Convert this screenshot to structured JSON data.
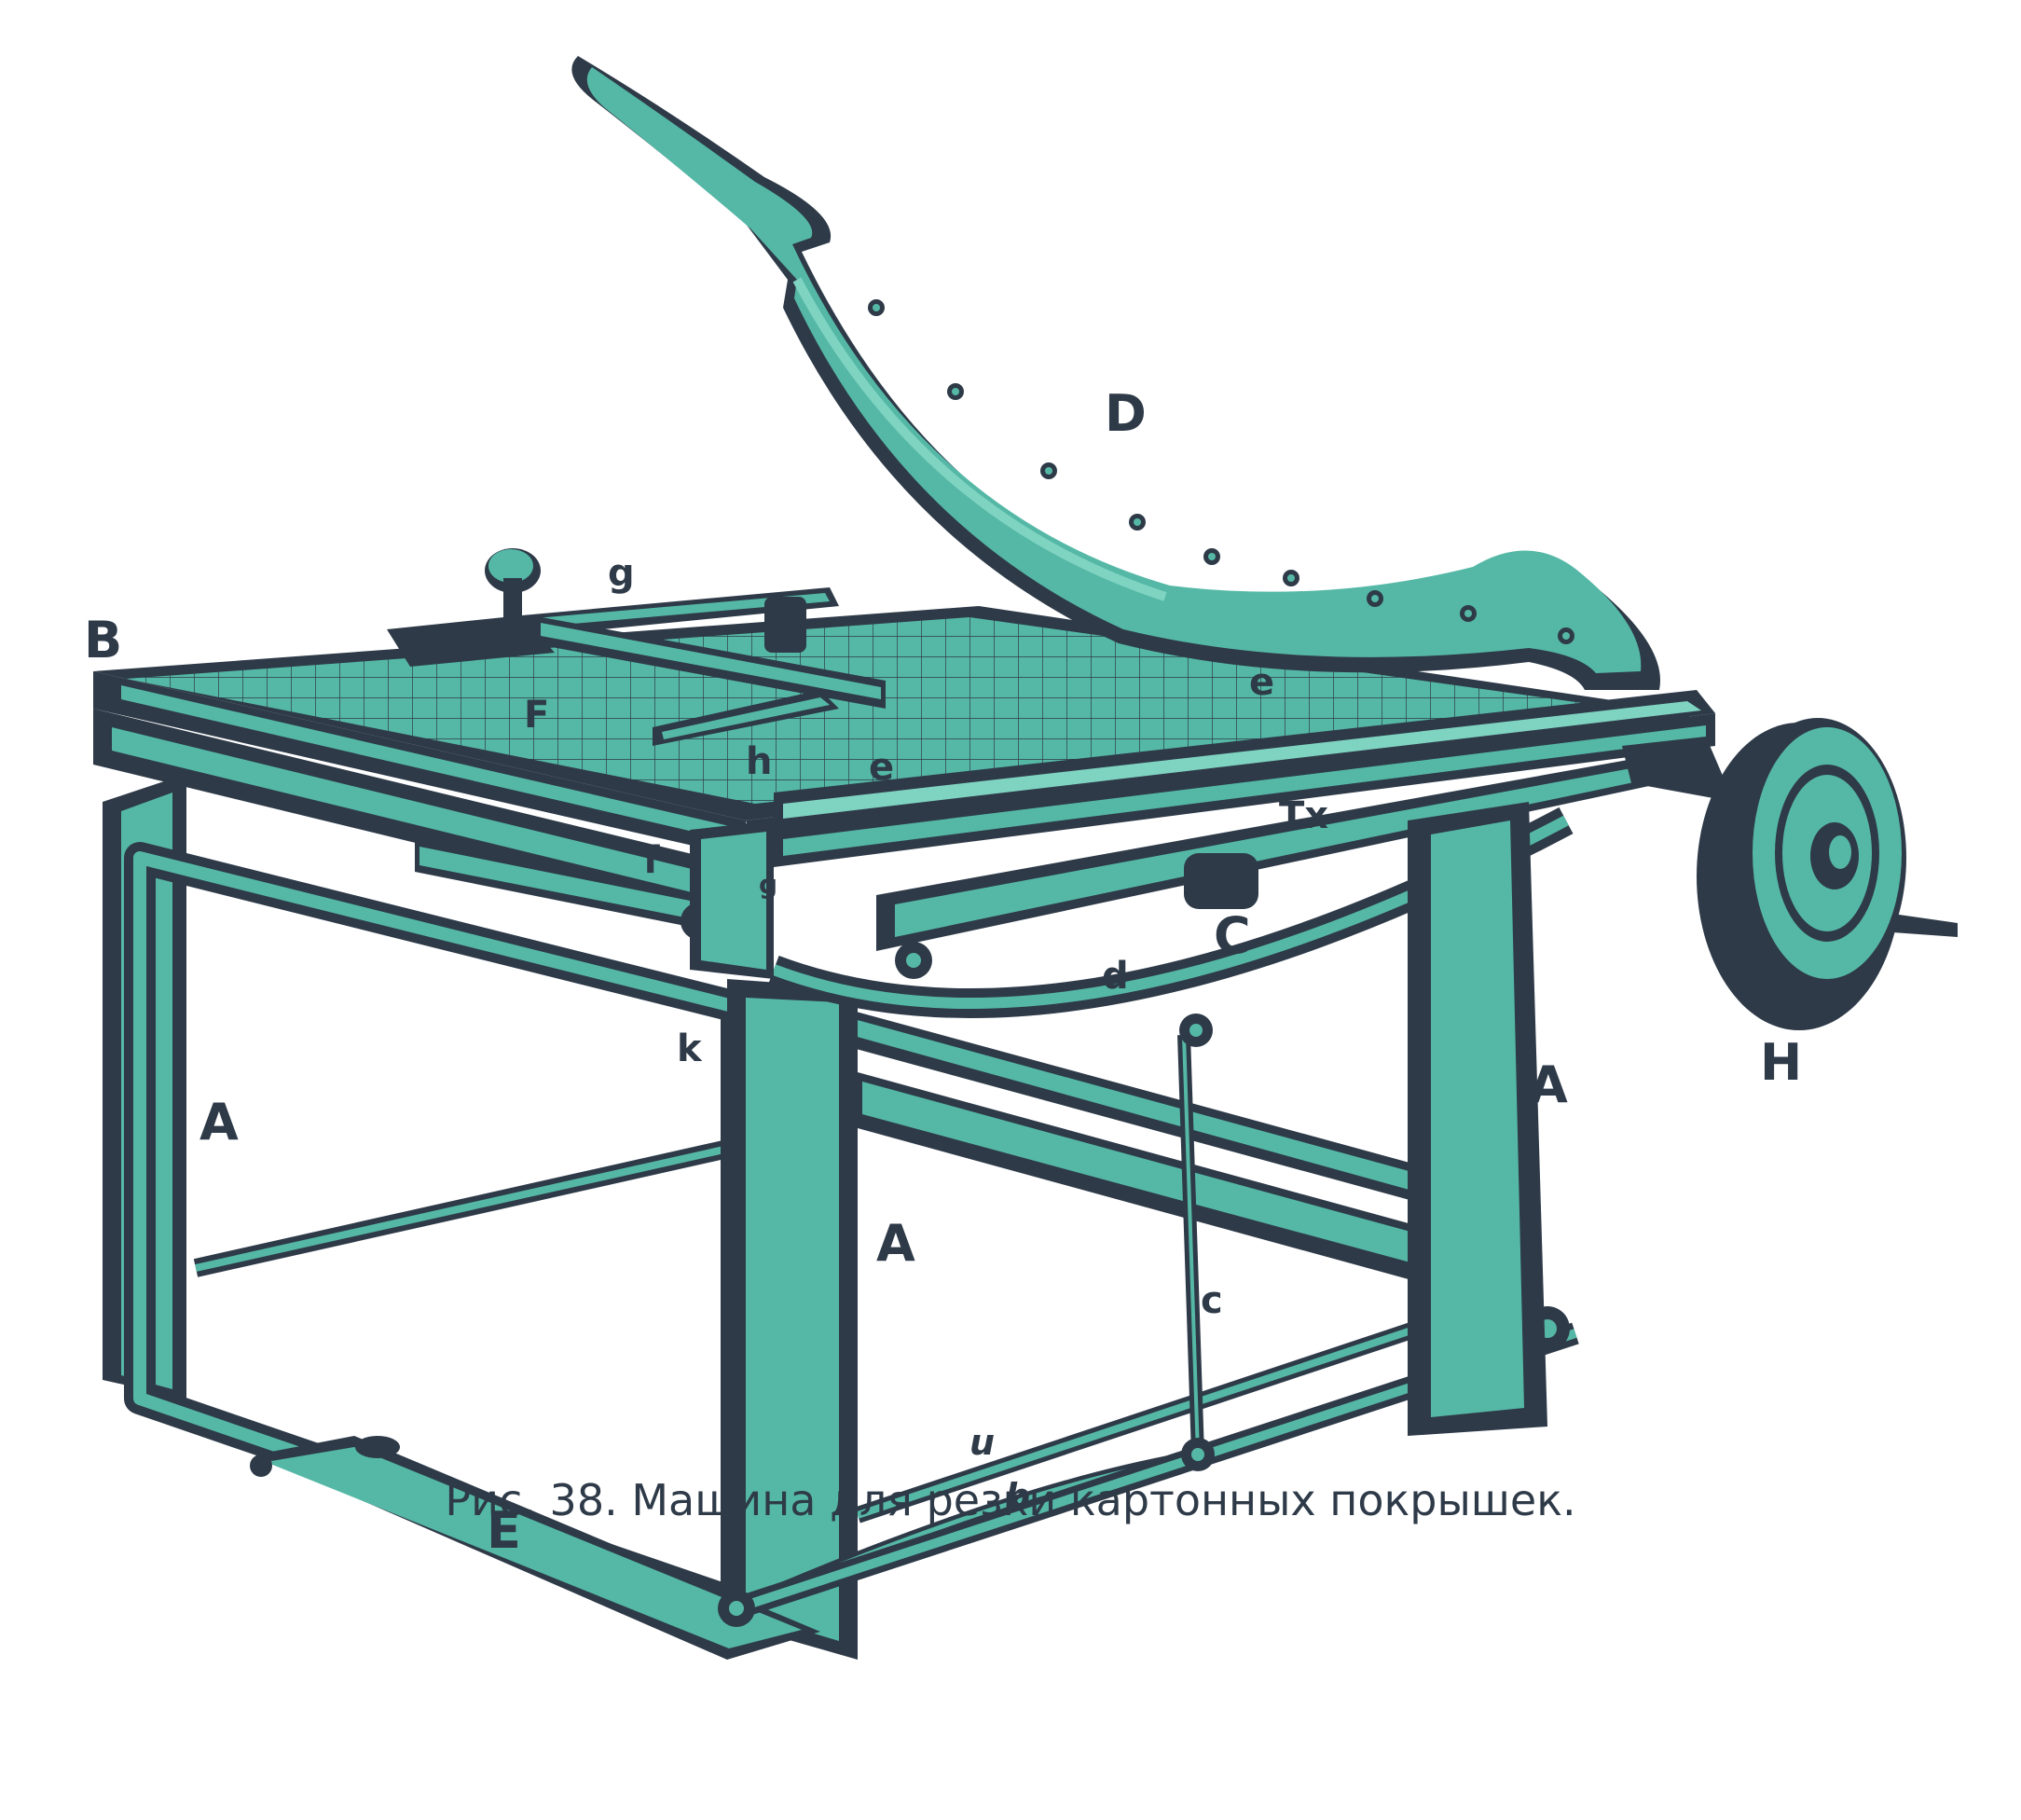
{
  "colors": {
    "teal": "#55b8a6",
    "teal_light": "#7fd3c1",
    "dark": "#2e3a48",
    "background": "#ffffff"
  },
  "labels": {
    "D": "D",
    "B": "B",
    "g_top": "g",
    "F": "F",
    "h": "h",
    "e_left": "e",
    "e_right": "e",
    "Tx": "Tx",
    "f": "f",
    "g_side": "g",
    "C": "C",
    "d": "d",
    "k": "k",
    "A_left": "A",
    "A_mid": "A",
    "A_right": "A",
    "H": "H",
    "c": "c",
    "u": "u",
    "b": "b",
    "E": "E"
  },
  "caption": "Рис. 38. Машина для резки картонных покрышек."
}
